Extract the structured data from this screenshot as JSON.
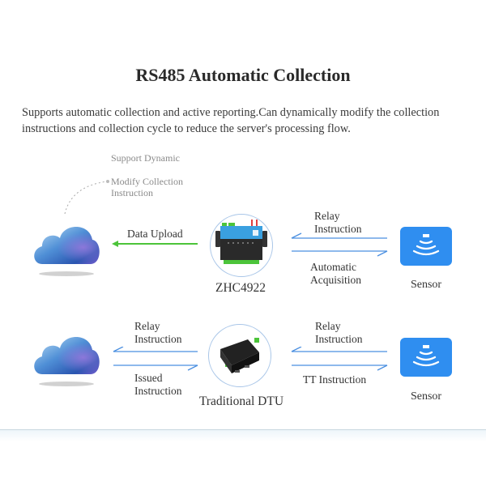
{
  "header": {
    "title": "RS485 Automatic Collection",
    "description_line1": "Supports automatic collection and active reporting.Can dynamically modify the collection",
    "description_line2": "instructions and collection cycle to reduce the server's processing flow."
  },
  "top_flow": {
    "note_line1": "Support Dynamic",
    "note_line2": "Modify Collection",
    "note_line3": "Instruction",
    "cloud_icon": "cloud-icon",
    "upload_label": "Data Upload",
    "upload_arrow_color": "#4cc43a",
    "device_name": "ZHC4922",
    "device_icon": "zhc4922-device-icon",
    "relay_label_line1": "Relay",
    "relay_label_line2": "Instruction",
    "auto_label_line1": "Automatic",
    "auto_label_line2": "Acquisition",
    "sensor_label": "Sensor",
    "sensor_icon": "sensor-icon"
  },
  "bottom_flow": {
    "cloud_icon": "cloud-icon",
    "left_relay_line1": "Relay",
    "left_relay_line2": "Instruction",
    "issued_line1": "Issued",
    "issued_line2": "Instruction",
    "device_name": "Traditional DTU",
    "device_icon": "dtu-device-icon",
    "right_relay_line1": "Relay",
    "right_relay_line2": "Instruction",
    "tt_label": "TT Instruction",
    "sensor_label": "Sensor",
    "sensor_icon": "sensor-icon"
  },
  "colors": {
    "arrow_blue": "#4a8fe0",
    "arrow_green": "#4cc43a",
    "sensor_blue": "#2f8ef0",
    "circle_border": "#a9c6e8"
  }
}
